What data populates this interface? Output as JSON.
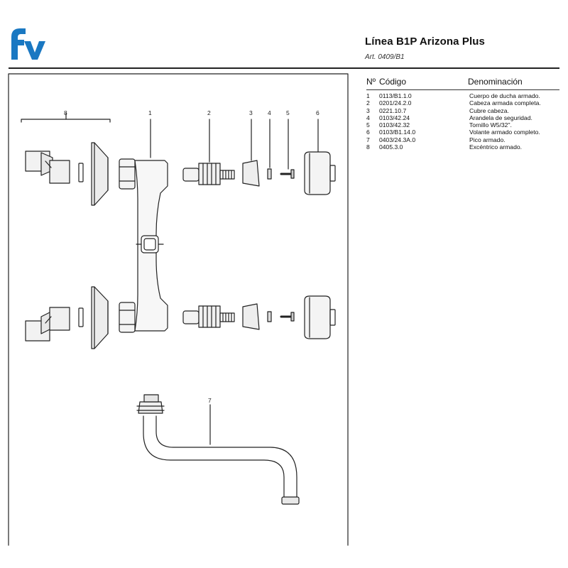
{
  "header": {
    "title": "Línea B1P Arizona Plus",
    "subtitle": "Art. 0409/B1",
    "logo_text": "fv",
    "brand_color": "#1a78c2"
  },
  "table": {
    "headers": {
      "n": "Nº",
      "code": "Código",
      "name": "Denominación"
    },
    "rows": [
      {
        "n": "1",
        "code": "0113/B1.1.0",
        "name": "Cuerpo de ducha armado."
      },
      {
        "n": "2",
        "code": "0201/24.2.0",
        "name": "Cabeza armada completa."
      },
      {
        "n": "3",
        "code": "0221.10.7",
        "name": "Cubre cabeza."
      },
      {
        "n": "4",
        "code": "0103/42.24",
        "name": "Arandela de seguridad."
      },
      {
        "n": "5",
        "code": "0103/42.32",
        "name": "Tornillo W5/32\"."
      },
      {
        "n": "6",
        "code": "0103/B1.14.0",
        "name": "Volante armado completo."
      },
      {
        "n": "7",
        "code": "0403/24.3A.0",
        "name": "Pico armado."
      },
      {
        "n": "8",
        "code": "0405.3.0",
        "name": "Excéntrico armado."
      }
    ]
  },
  "diagram": {
    "part_labels": [
      "8",
      "1",
      "2",
      "3",
      "4",
      "5",
      "6",
      "7"
    ]
  }
}
